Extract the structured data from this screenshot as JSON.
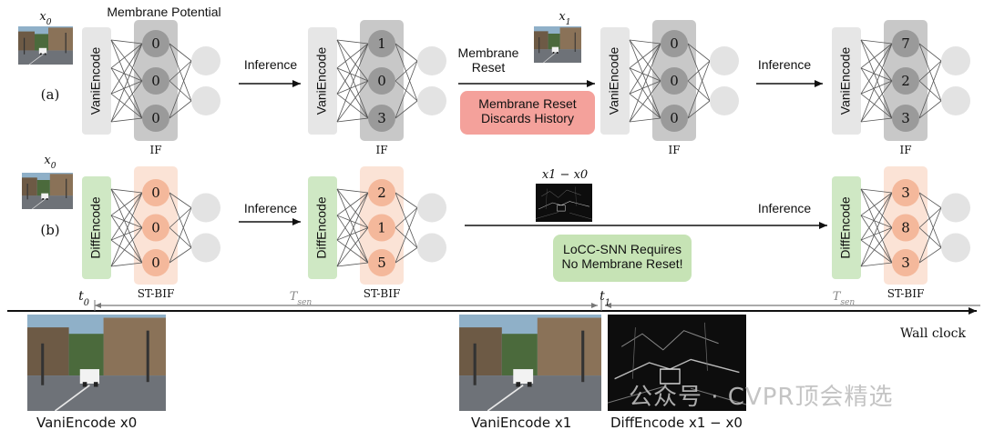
{
  "rows": {
    "a": {
      "label": "(a)",
      "encoder": "VaniEncode",
      "neuron_type": "IF",
      "top_title": "Membrane Potential",
      "stages": [
        {
          "values": [
            "0",
            "0",
            "0"
          ]
        },
        {
          "values": [
            "1",
            "0",
            "3"
          ]
        },
        {
          "values": [
            "0",
            "0",
            "0"
          ]
        },
        {
          "values": [
            "7",
            "2",
            "3"
          ]
        }
      ],
      "arrows": [
        "Inference",
        "Membrane\nReset",
        "Inference"
      ],
      "callout": "Membrane Reset\nDiscards History",
      "input_labels": [
        "x0",
        "x1"
      ]
    },
    "b": {
      "label": "(b)",
      "encoder": "DiffEncode",
      "neuron_type": "ST-BIF",
      "stages": [
        {
          "values": [
            "0",
            "0",
            "0"
          ]
        },
        {
          "values": [
            "2",
            "1",
            "5"
          ]
        },
        {
          "values": [
            "3",
            "8",
            "3"
          ]
        }
      ],
      "arrows": [
        "Inference",
        "Inference"
      ],
      "callout": "LoCC-SNN Requires\nNo Membrane Reset!",
      "input_labels": [
        "x0",
        "x1 − x0"
      ]
    }
  },
  "timeline": {
    "label": "Wall clock",
    "t0": "t0",
    "t1": "t1",
    "tsen": "Tsen"
  },
  "bottom": {
    "captions": [
      "VaniEncode x0",
      "VaniEncode x1",
      "DiffEncode x1 − x0"
    ]
  },
  "watermark": "公众号 · CVPR顶会精选",
  "colors": {
    "gray_box": "#c8c8c8",
    "gray_neuron": "#9a9a9a",
    "gray_encoder": "#e6e6e6",
    "orange_box": "#fbe3d6",
    "orange_neuron": "#f4b89b",
    "green_encoder": "#cfe8c4",
    "red_callout": "#f4a19b",
    "green_callout": "#c6e3b5",
    "output_neuron": "#e3e3e3"
  }
}
